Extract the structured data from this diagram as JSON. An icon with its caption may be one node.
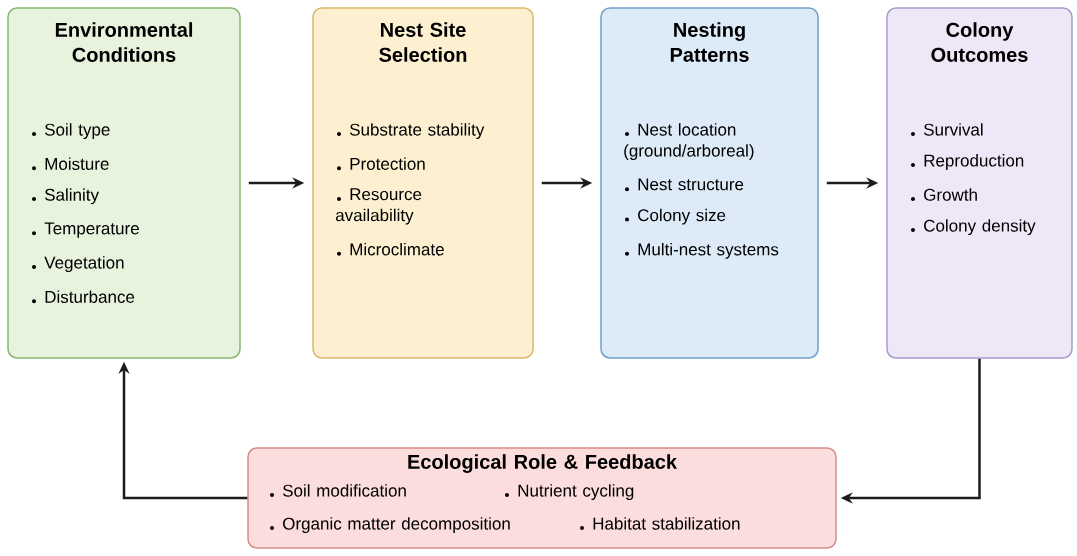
{
  "diagram": {
    "nodes": [
      {
        "text": [
          "Environmental Conditions",
          "Soil type",
          "Moisture",
          "Salinity",
          "Temperature",
          "Vegetation",
          "Disturbance"
        ]
      },
      {
        "text": [
          "Nest Site Selection",
          "Substrate stability",
          "Protection",
          "Resource availability",
          "Microclimate"
        ]
      },
      {
        "text": [
          "Nesting Patterns",
          "Nest location (ground/arboreal)",
          "Nest structure",
          "Colony size",
          "Multi-nest systems"
        ]
      },
      {
        "text": [
          "Colony Outcomes",
          "Survival",
          "Reproduction",
          "Growth",
          "Colony density"
        ]
      },
      {
        "text": [
          "Ecological Role & Feedback",
          "Soil modification",
          "Nutrient cycling",
          "Organic matter decomposition",
          "Habitat stabilization"
        ]
      }
    ],
    "edges": [
      {
        "from": 0,
        "to": 1,
        "arrow": "to"
      },
      {
        "from": 1,
        "to": 2,
        "arrow": "to"
      },
      {
        "from": 2,
        "to": 3,
        "arrow": "to"
      },
      {
        "from": 3,
        "to": 4,
        "arrow": "to"
      },
      {
        "from": 4,
        "to": 0,
        "arrow": "to"
      }
    ]
  }
}
